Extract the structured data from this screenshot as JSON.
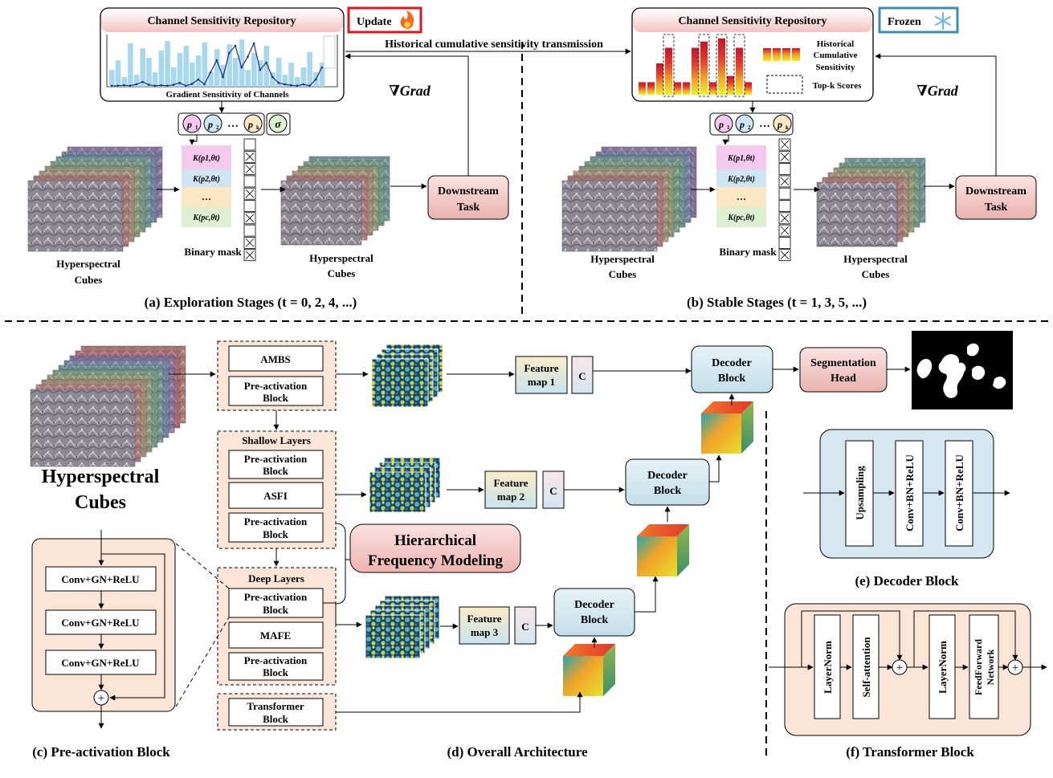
{
  "top": {
    "repository_title": "Channel Sensitivity Repository",
    "update_badge": "Update",
    "frozen_badge": "Frozen",
    "transmission_label": "Historical cumulative sensitivity transmission",
    "chart_caption": "Gradient Sensitivity of Channels",
    "legend_historical": [
      "Historical",
      "Cumulative",
      "Sensitivity"
    ],
    "legend_topk": "Top-k Scores",
    "grad_label": "∇Grad",
    "prompt_p1": "p1",
    "prompt_p2": "p2",
    "prompt_dots": "…",
    "prompt_pk": "pk",
    "sigma": "σ",
    "kernel_rows": [
      "K(p1,θt)",
      "K(p2,θt)",
      "…",
      "K(pc,θt)"
    ],
    "binary_mask": "Binary mask",
    "hsi_cubes": [
      "Hyperspectral",
      "Cubes"
    ],
    "downstream": [
      "Downstream",
      "Task"
    ],
    "caption_a": "(a) Exploration Stages (t = 0, 2, 4, ...)",
    "caption_b": "(b) Stable Stages (t = 1, 3, 5, ...)"
  },
  "bottom": {
    "big_title": [
      "Hyperspectral",
      "Cubes"
    ],
    "ambs": "AMBS",
    "preact": [
      "Pre-activation",
      "Block"
    ],
    "shallow": "Shallow Layers",
    "asfi": "ASFI",
    "deep": "Deep Layers",
    "mafe": "MAFE",
    "transformer": [
      "Transformer",
      "Block"
    ],
    "hfm": [
      "Hierarchical",
      "Frequency Modeling"
    ],
    "feature1": [
      "Feature",
      "map 1"
    ],
    "feature2": [
      "Feature",
      "map 2"
    ],
    "feature3": [
      "Feature",
      "map 3"
    ],
    "concat": "C",
    "decoder": [
      "Decoder",
      "Block"
    ],
    "seg_head": [
      "Segmentation",
      "Head"
    ],
    "conv_gn": "Conv+GN+ReLU",
    "plus": "+",
    "upsampling": "Upsampling",
    "conv_bn": "Conv+BN+ReLU",
    "layernorm": "LayerNorm",
    "self_attention": "Self-attention",
    "ffn": [
      "FeedForward",
      "Network"
    ],
    "caption_c": "(c) Pre-activation Block",
    "caption_d": "(d) Overall Architecture",
    "caption_e": "(e) Decoder Block",
    "caption_f": "(f) Transformer Block"
  },
  "colors": {
    "panel_peach": "#fbe5d6",
    "panel_blue": "#d5e8f0",
    "task_red": "#f2c7c4",
    "update_red": "#e0141d",
    "frozen_teal": "#3c8db3",
    "bar_blue": "#a8d8ef",
    "line_navy": "#1f2d7a"
  }
}
